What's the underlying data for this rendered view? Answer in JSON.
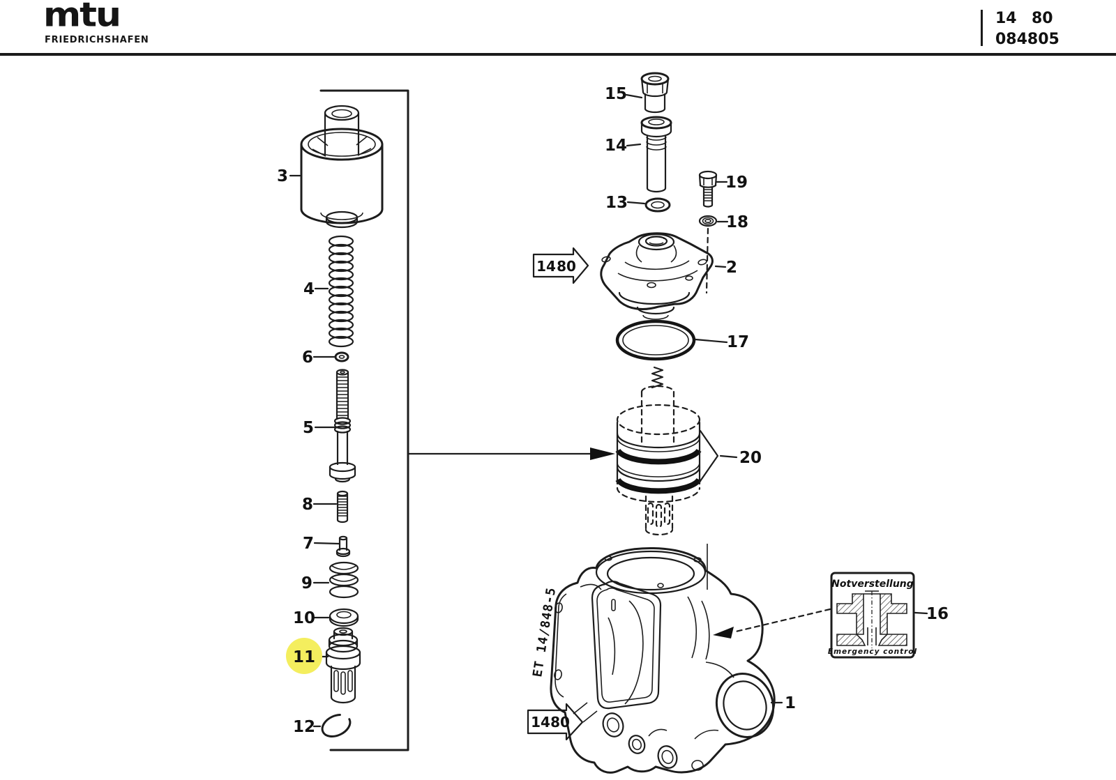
{
  "header": {
    "logo_main": "mtu",
    "logo_sub": "FRIEDRICHSHAFEN",
    "sheet": {
      "group": "14",
      "subgroup": "80",
      "doc_no": "084805"
    }
  },
  "diagram": {
    "callouts": {
      "1": "1",
      "2": "2",
      "3": "3",
      "4": "4",
      "5": "5",
      "6": "6",
      "7": "7",
      "8": "8",
      "9": "9",
      "10": "10",
      "11": "11",
      "12": "12",
      "13": "13",
      "14": "14",
      "15": "15",
      "16": "16",
      "17": "17",
      "18": "18",
      "19": "19",
      "20": "20"
    },
    "ref_arrow_top": {
      "group": "14",
      "subgroup": "80"
    },
    "ref_arrow_bottom": {
      "group": "14",
      "subgroup": "80"
    },
    "et_number": "ET 14/848-5",
    "inset16": {
      "title_de": "Notverstellung",
      "title_en": "Emergency  control"
    },
    "highlight": {
      "part": "11",
      "color": "#f4ee5e"
    }
  }
}
